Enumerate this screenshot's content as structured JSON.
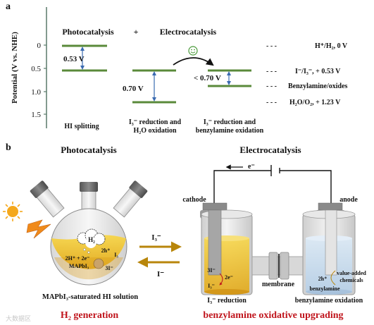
{
  "panel_a": {
    "label": "a",
    "y_axis_label": "Potential (V vs. NHE)",
    "ticks": [
      "0",
      "0.5",
      "1.0",
      "1.5"
    ],
    "header_photo": "Photocatalysis",
    "header_plus": "+",
    "header_electro": "Electrocatalysis",
    "photo_gap": "0.53 V",
    "electro_gap_1": "0.70 V",
    "electro_gap_2": "< 0.70 V",
    "smiley": "☺",
    "caption_1": "HI splitting",
    "caption_2_line1": "I₃⁻ reduction and",
    "caption_2_line2": "H₂O oxidation",
    "caption_3_line1": "I₃⁻ reduction and",
    "caption_3_line2": "benzylamine oxidation",
    "legend": [
      {
        "dash": "- - -",
        "text": "H⁺/H₂, 0 V"
      },
      {
        "dash": "- - -",
        "text": "I⁻/I₃⁻, + 0.53 V"
      },
      {
        "dash": "- - -",
        "text": "Benzylamine/oxides"
      },
      {
        "dash": "- - -",
        "text": "H₂O/O₂, + 1.23 V"
      }
    ]
  },
  "panel_b": {
    "label": "b",
    "header_photo": "Photocatalysis",
    "header_electro": "Electrocatalysis",
    "flask_h2": "H₂",
    "flask_eq": "2H⁺ + 2e⁻",
    "flask_hole": "2h⁺",
    "flask_i3": "I₃",
    "flask_mapbi3": "MAPbI₃",
    "flask_3i": "3I⁻",
    "arrow_top": "I₃⁻",
    "arrow_bottom": "I⁻",
    "flask_caption": "MAPbI₃-saturated HI solution",
    "h2_generation": "H₂ generation",
    "electron": "e⁻",
    "cathode": "cathode",
    "anode": "anode",
    "cathode_3i": "3I⁻",
    "cathode_2e": "2e⁻",
    "cathode_i3": "I₃⁻",
    "cathode_label": "I₃⁻ reduction",
    "membrane": "membrane",
    "anode_2h": "2h⁺",
    "anode_products_1": "value-added",
    "anode_products_2": "chemicals",
    "anode_benzylamine": "benzylamine",
    "anode_label": "benzylamine oxidation",
    "upgrading": "benzylamine oxidative upgrading",
    "watermark": "大数据区"
  },
  "colors": {
    "level_green": "#5a8a3a",
    "arrow_blue": "#3a6ab0",
    "gold": "#b8860b",
    "red_text": "#c0141c"
  }
}
